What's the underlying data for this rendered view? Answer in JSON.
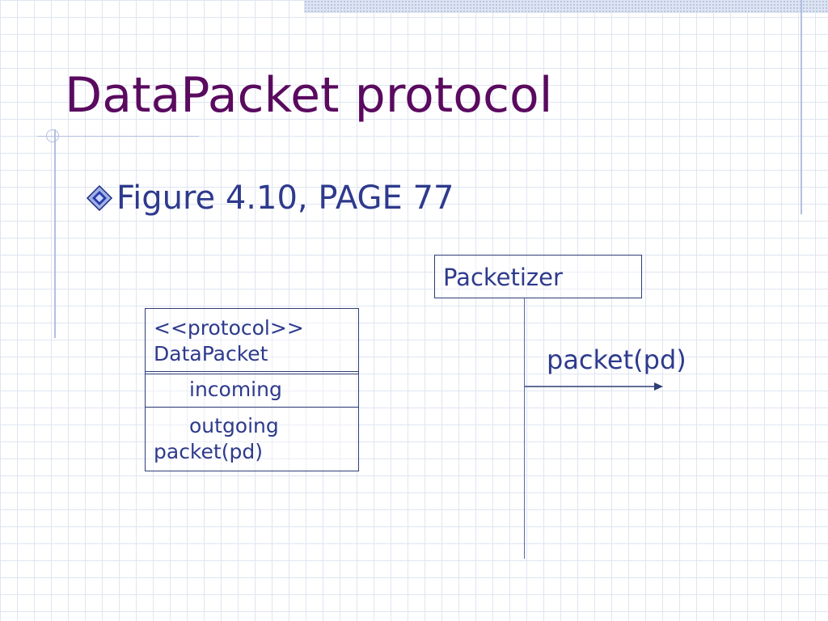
{
  "slide": {
    "title": "DataPacket protocol",
    "bullet": "Figure 4.10, PAGE 77"
  },
  "protocol_box": {
    "stereotype": "<<protocol>>",
    "name": "DataPacket",
    "incoming_label": "incoming",
    "outgoing_label": "outgoing",
    "outgoing_message": "packet(pd)"
  },
  "sequence": {
    "object_name": "Packetizer",
    "message": "packet(pd)"
  },
  "colors": {
    "title": "#5a0a5f",
    "text": "#2e3a8c",
    "border": "#2f3e76",
    "grid": "#dfe5f1",
    "accent_line": "#b2bfe0"
  }
}
